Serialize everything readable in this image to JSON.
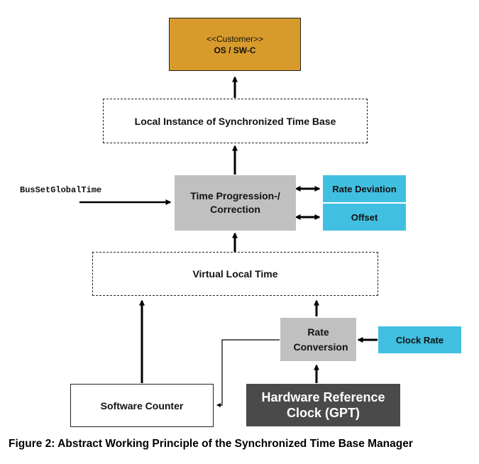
{
  "colors": {
    "customer_fill": "#d89b2b",
    "grey_fill": "#c0c0c0",
    "cyan_fill": "#41bfe0",
    "hardware_fill": "#4a4a4a"
  },
  "nodes": {
    "customer": {
      "stereotype": "<<Customer>>",
      "label": "OS / SW-C"
    },
    "local_instance": {
      "label": "Local Instance of Synchronized Time Base"
    },
    "time_progression": {
      "label": "Time Progression-/ Correction"
    },
    "rate_deviation": {
      "label": "Rate Deviation"
    },
    "offset": {
      "label": "Offset"
    },
    "virtual_local_time": {
      "label": "Virtual Local Time"
    },
    "rate_conversion": {
      "label": "Rate Conversion"
    },
    "clock_rate": {
      "label": "Clock Rate"
    },
    "software_counter": {
      "label": "Software Counter"
    },
    "hardware_clock": {
      "label": "Hardware Reference Clock (GPT)"
    }
  },
  "input_label": "BusSetGlobalTime",
  "caption": "Figure 2: Abstract Working Principle of the Synchronized Time Base Manager"
}
